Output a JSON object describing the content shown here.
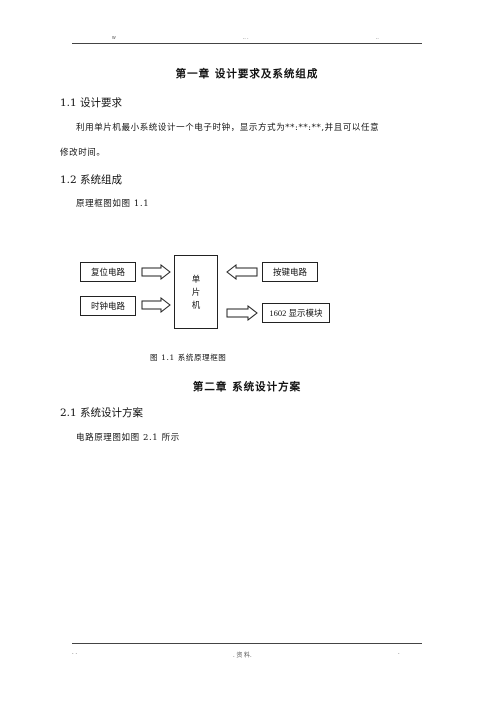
{
  "header": {
    "left": "w",
    "center": ".. .",
    "right": ".."
  },
  "footer": {
    "left": ". .",
    "center": ". 资 料.",
    "right": "."
  },
  "chapter1": {
    "title": "第一章  设计要求及系统组成"
  },
  "section1_1": {
    "heading": "1.1  设计要求",
    "paragraph_line1": "利用单片机最小系统设计一个电子时钟，显示方式为**:**:**,并且可以任意",
    "paragraph_line2": "修改时间。"
  },
  "section1_2": {
    "heading": "1.2 系统组成",
    "text": "原理框图如图 1.1"
  },
  "diagram": {
    "reset_circuit": "复位电路",
    "clock_circuit": "时钟电路",
    "mcu_chars": [
      "单",
      "片",
      "机"
    ],
    "key_circuit": "按键电路",
    "display_module": "1602 显示模块",
    "caption": "图 1.1  系统原理框图"
  },
  "chapter2": {
    "title": "第二章  系统设计方案"
  },
  "section2_1": {
    "heading": "2.1  系统设计方案",
    "text": "电路原理图如图 2.1 所示"
  }
}
